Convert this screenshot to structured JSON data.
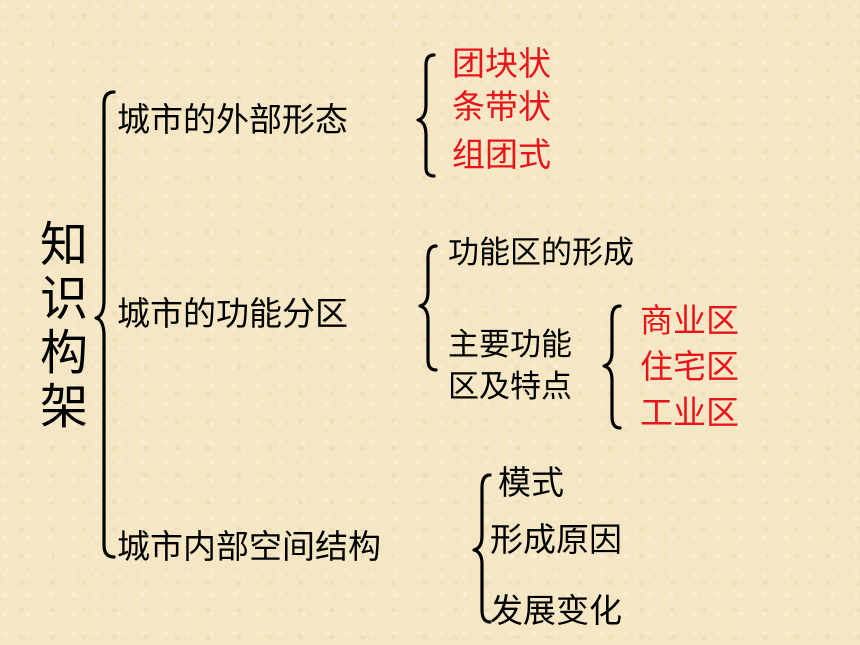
{
  "root": {
    "chars": [
      "知",
      "识",
      "构",
      "架"
    ]
  },
  "branches": [
    {
      "label": "城市的外部形态",
      "children": [
        "团块状",
        "条带状",
        "组团式"
      ]
    },
    {
      "label": "城市的功能分区",
      "children": [
        {
          "label": "功能区的形成"
        },
        {
          "label_lines": [
            "主要功能",
            "区及特点"
          ],
          "children": [
            "商业区",
            "住宅区",
            "工业区"
          ]
        }
      ]
    },
    {
      "label": "城市内部空间结构",
      "children": [
        "模式",
        "形成原因",
        "发展变化"
      ]
    }
  ],
  "colors": {
    "highlight": "#e8131b",
    "text": "#000000",
    "background": "#f5e7c4"
  }
}
